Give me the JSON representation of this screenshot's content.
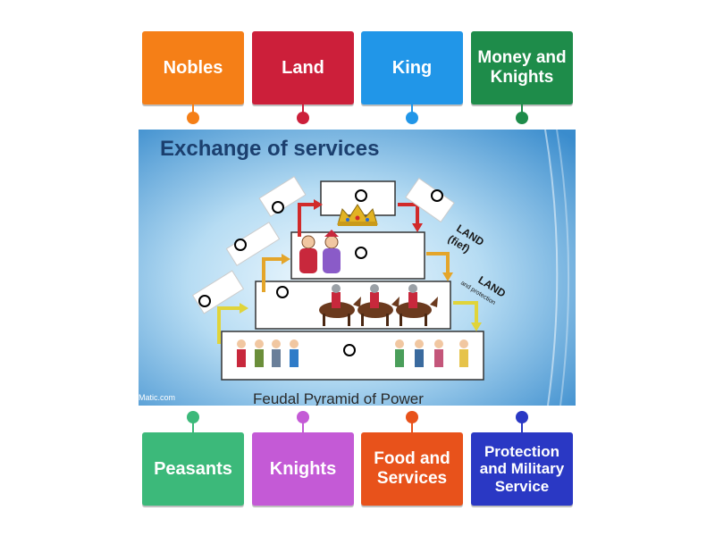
{
  "top_tiles": [
    {
      "label": "Nobles",
      "color": "#f57f17"
    },
    {
      "label": "Land",
      "color": "#cc1f3a"
    },
    {
      "label": "King",
      "color": "#2196e8"
    },
    {
      "label": "Money and Knights",
      "color": "#1e8c4a"
    }
  ],
  "bottom_tiles": [
    {
      "label": "Peasants",
      "color": "#3cb97a"
    },
    {
      "label": "Knights",
      "color": "#c45ad6"
    },
    {
      "label": "Food and Services",
      "color": "#e8521b"
    },
    {
      "label": "Protection and Military Service",
      "color": "#2a38c4"
    }
  ],
  "slide": {
    "title": "Exchange of services",
    "caption": "Feudal Pyramid of Power",
    "watermark": "Matic.com",
    "land_fief_1": "LAND",
    "land_fief_2": "(fief)",
    "land_protection_1": "LAND",
    "land_protection_2": "and protection"
  }
}
